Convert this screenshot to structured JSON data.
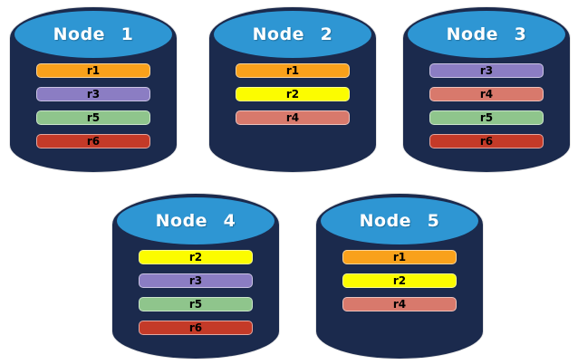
{
  "nodes": [
    {
      "label": "Node 1",
      "replicas": [
        "r1",
        "r3",
        "r5",
        "r6"
      ]
    },
    {
      "label": "Node 2",
      "replicas": [
        "r1",
        "r2",
        "r4"
      ]
    },
    {
      "label": "Node 3",
      "replicas": [
        "r3",
        "r4",
        "r5",
        "r6"
      ]
    },
    {
      "label": "Node 4",
      "replicas": [
        "r2",
        "r3",
        "r5",
        "r6"
      ]
    },
    {
      "label": "Node 5",
      "replicas": [
        "r1",
        "r2",
        "r4"
      ]
    }
  ],
  "replica_colors": {
    "r1": "#F9A11B",
    "r2": "#FCFC00",
    "r3": "#8B7DC3",
    "r4": "#D8796C",
    "r5": "#8FC58C",
    "r6": "#C43A28"
  },
  "node_colors": {
    "body": "#1B2A4D",
    "top": "#2E96D3",
    "label_text": "#FFFFFF",
    "replica_text": "#000000"
  }
}
